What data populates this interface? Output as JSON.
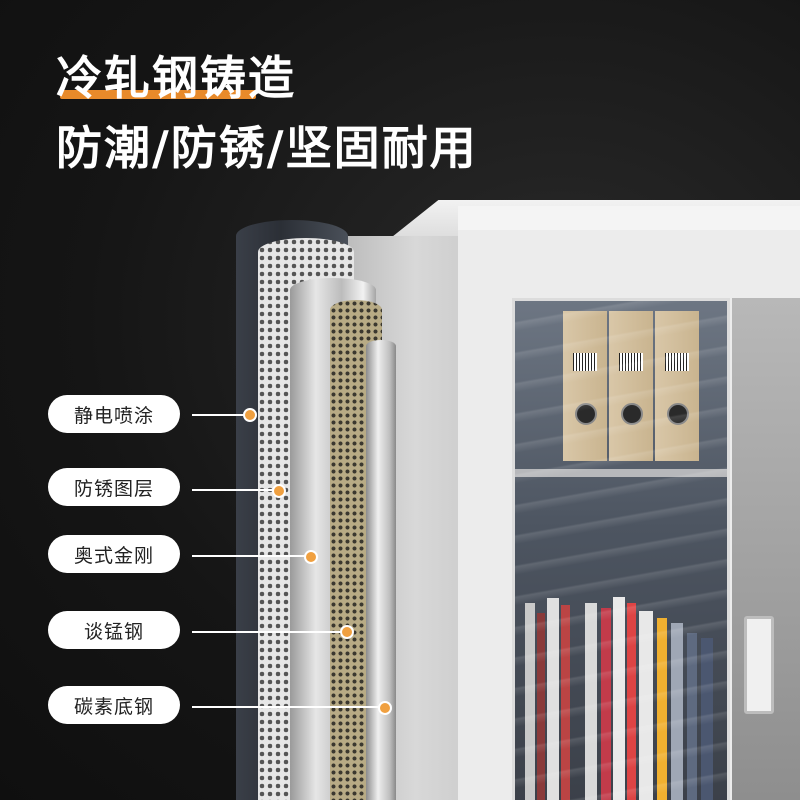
{
  "headline": {
    "line1": "冷轧钢铸造",
    "line2": "防潮/防锈/坚固耐用"
  },
  "callouts": [
    {
      "label": "静电喷涂"
    },
    {
      "label": "防锈图层"
    },
    {
      "label": "奥式金刚"
    },
    {
      "label": "谈锰钢"
    },
    {
      "label": "碳素底钢"
    }
  ],
  "colors": {
    "accent": "#e88a2a",
    "background": "#161616",
    "pill": "#ffffff",
    "dot": "#f0a040"
  }
}
